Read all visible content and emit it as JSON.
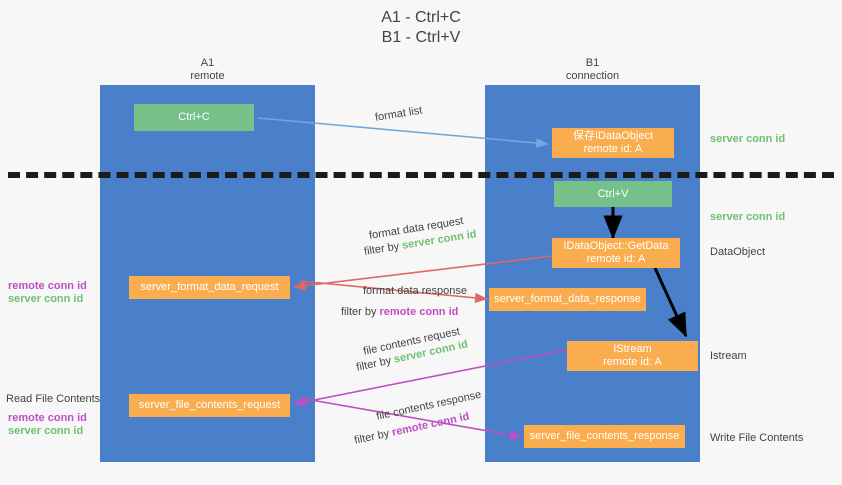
{
  "title": {
    "line1": "A1 - Ctrl+C",
    "line2": "B1 - Ctrl+V"
  },
  "columns": [
    {
      "name": "A1",
      "sub": "remote"
    },
    {
      "name": "B1",
      "sub": "connection"
    }
  ],
  "boxes": {
    "ctrl_c": "Ctrl+C",
    "save_idataobject_l1": "保存IDataObject",
    "save_idataobject_l2": "remote id: A",
    "ctrl_v": "Ctrl+V",
    "getdata_l1": "IDataObject::GetData",
    "getdata_l2": "remote id: A",
    "format_data_request": "server_format_data_request",
    "format_data_response": "server_format_data_response",
    "istream_l1": "IStream",
    "istream_l2": "remote id: A",
    "file_contents_request": "server_file_contents_request",
    "file_contents_response": "server_file_contents_response"
  },
  "edge_labels": {
    "format_list": "format list",
    "format_data_request": "format data request",
    "format_data_request_filter_prefix": "filter by ",
    "format_data_request_filter_value": "server conn id",
    "format_data_response": "format data response",
    "format_data_response_filter_prefix": "filter by ",
    "format_data_response_filter_value": "remote conn id",
    "file_contents_request": "file contents request",
    "file_contents_request_filter_prefix": "filter by ",
    "file_contents_request_filter_value": "server conn id",
    "file_contents_response": "file contents response",
    "file_contents_response_filter_prefix": "filter by ",
    "file_contents_response_filter_value": "remote conn id"
  },
  "right_labels": {
    "server_conn_id_top": "server conn id",
    "server_conn_id_mid": "server conn id",
    "dataobject": "DataObject",
    "istream": "Istream",
    "write_file_contents": "Write File Contents"
  },
  "left_labels": {
    "remote_conn_id_top": "remote conn id",
    "server_conn_id_top": "server conn id",
    "read_file_contents": "Read File Contents",
    "remote_conn_id_bottom": "remote conn id",
    "server_conn_id_bottom": "server conn id"
  },
  "colors": {
    "column": "#4a80c9",
    "green_box": "#76c08a",
    "orange_box": "#f9ad4e",
    "green_text": "#6fbf73",
    "magenta_text": "#bd4fc4",
    "arrow_blue": "#6fa8dc",
    "arrow_red": "#e06666",
    "arrow_magenta": "#bd4fc4",
    "arrow_black": "#000000",
    "background": "#f7f7f7"
  }
}
